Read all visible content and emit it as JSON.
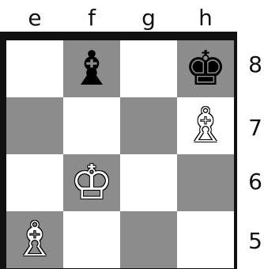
{
  "board": {
    "files": [
      "e",
      "f",
      "g",
      "h"
    ],
    "ranks": [
      "8",
      "7",
      "6",
      "5"
    ],
    "colors": {
      "light": "#ffffff",
      "dark": "#8c8c8c",
      "frame": "#111111"
    },
    "pieces": {
      "f8": {
        "glyph": "♝",
        "name": "black bishop"
      },
      "h8": {
        "glyph": "♚",
        "name": "black king"
      },
      "h7": {
        "glyph": "♗",
        "name": "white bishop"
      },
      "f6": {
        "glyph": "♔",
        "name": "white king"
      },
      "e5": {
        "glyph": "♗",
        "name": "white bishop"
      }
    }
  }
}
